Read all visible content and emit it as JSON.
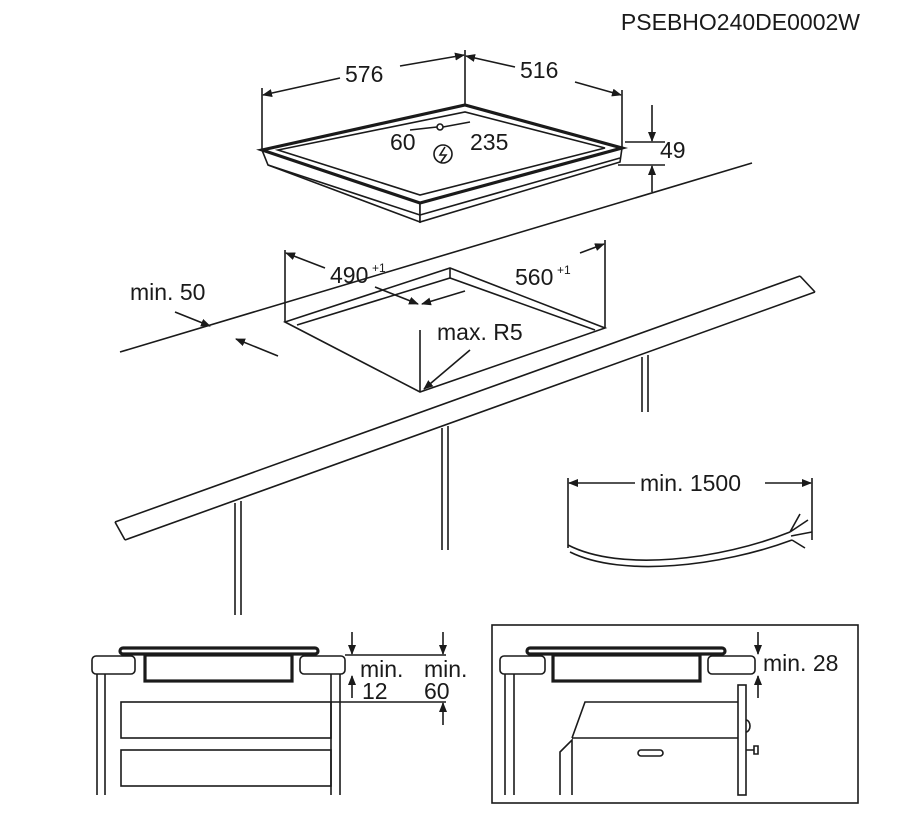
{
  "document_code": "PSEBHO240DE0002W",
  "hob": {
    "width": "576",
    "depth": "516",
    "height": "49",
    "connection_offset_left": "60",
    "connection_offset_right": "235"
  },
  "cutout": {
    "depth": "490",
    "depth_tolerance": "+1",
    "width": "560",
    "width_tolerance": "+1",
    "min_back_distance": "min. 50",
    "max_radius": "max. R5"
  },
  "cable": {
    "min_length": "min. 1500"
  },
  "section_left": {
    "label_a": "min.",
    "value_a": "12",
    "label_b": "min.",
    "value_b": "60"
  },
  "section_right": {
    "label": "min. 28"
  }
}
